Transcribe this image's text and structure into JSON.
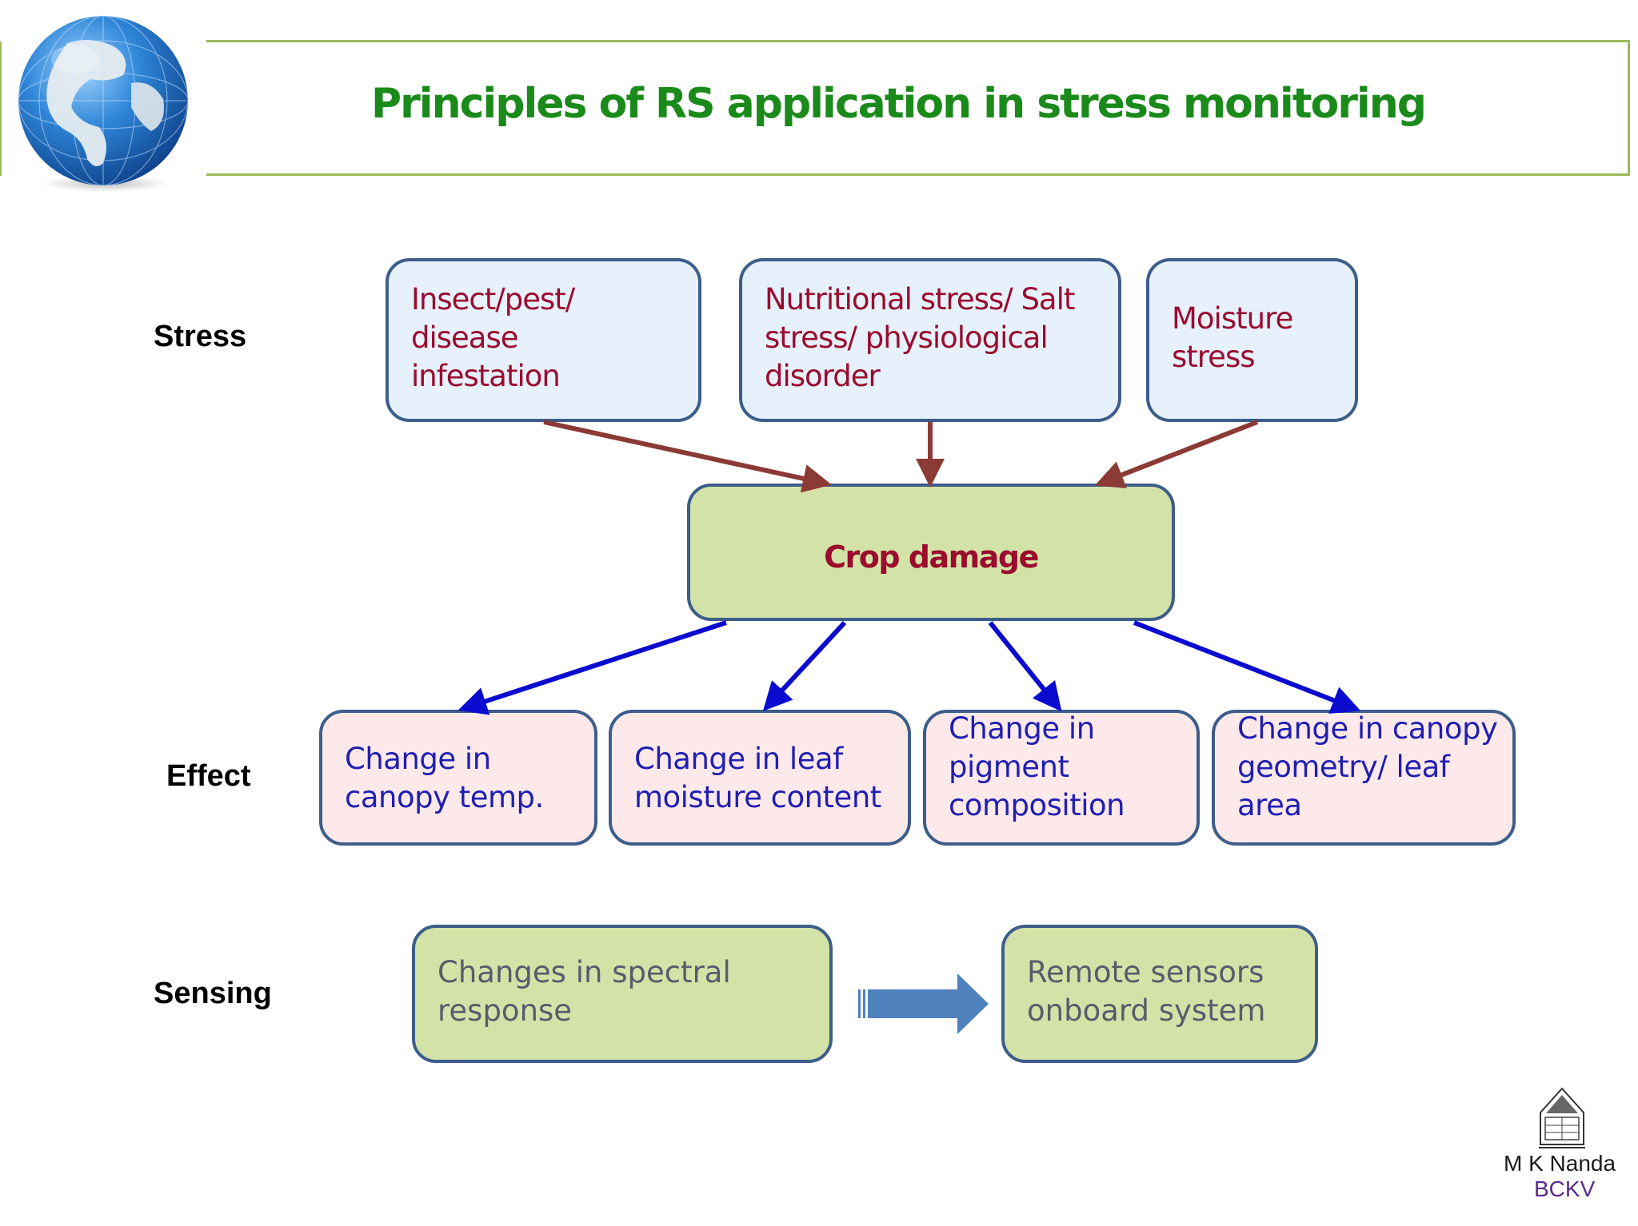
{
  "title": "Principles  of RS application in stress monitoring",
  "rows": {
    "stress": "Stress",
    "effect": "Effect",
    "sensing": "Sensing"
  },
  "stress_boxes": [
    "Insect/pest/\ndisease\ninfestation",
    "Nutritional stress/ Salt\nstress/ physiological\ndisorder",
    "Moisture\nstress"
  ],
  "center": "Crop damage",
  "effect_boxes": [
    "Change in\ncanopy temp.",
    "Change in leaf\nmoisture content",
    "Change in\npigment\ncomposition",
    "Change in canopy\ngeometry/ leaf\narea"
  ],
  "sensing_boxes": [
    "Changes in spectral\nresponse",
    "Remote sensors\nonboard system"
  ],
  "credit": {
    "name": "M K Nanda",
    "org": "BCKV"
  },
  "colors": {
    "title": "#1a8a1a",
    "stress_text": "#9b0b2e",
    "effect_text": "#1f1fb4",
    "stress_arrow": "#8b3a35",
    "effect_arrow": "#0b0bd0",
    "sense_arrow": "#4f81bd",
    "box_border": "#3d5d8a"
  }
}
